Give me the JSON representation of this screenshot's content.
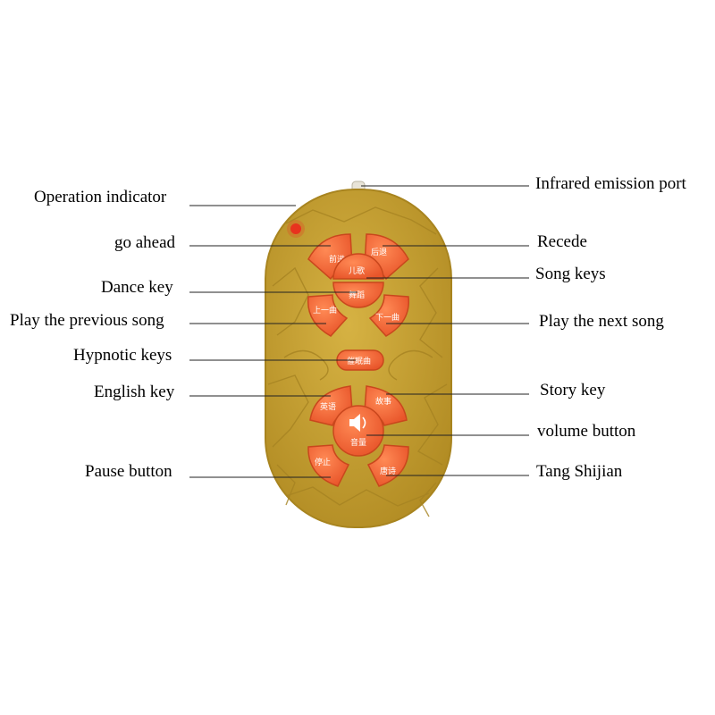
{
  "labels_left": [
    {
      "id": "operation-indicator",
      "text": "Operation indicator"
    },
    {
      "id": "go-ahead",
      "text": "go ahead"
    },
    {
      "id": "dance-key",
      "text": "Dance key"
    },
    {
      "id": "play-previous-song",
      "text": "Play the previous song"
    },
    {
      "id": "hypnotic-keys",
      "text": "Hypnotic keys"
    },
    {
      "id": "english-key",
      "text": "English key"
    },
    {
      "id": "pause-button",
      "text": "Pause button"
    }
  ],
  "labels_right": [
    {
      "id": "infrared-emission-port",
      "text": "Infrared emission port"
    },
    {
      "id": "recede",
      "text": "Recede"
    },
    {
      "id": "song-keys",
      "text": "Song keys"
    },
    {
      "id": "play-next-song",
      "text": "Play the next song"
    },
    {
      "id": "story-key",
      "text": "Story key"
    },
    {
      "id": "volume-button",
      "text": "volume button"
    },
    {
      "id": "tang-shijian",
      "text": "Tang Shijian"
    }
  ],
  "remote_buttons": {
    "forward": "前进",
    "back": "后退",
    "song": "儿歌",
    "dance": "舞蹈",
    "previous": "上一曲",
    "next": "下一曲",
    "lullaby": "催眠曲",
    "english": "英语",
    "story": "故事",
    "volume": "音量",
    "stop": "停止",
    "tang_poetry": "唐诗"
  },
  "colors": {
    "body": "#c9a332",
    "body_edge": "#a8841f",
    "button": "#f26a3a",
    "button_edge": "#c9471d",
    "indicator": "#e8321e",
    "leader_line": "#222222"
  }
}
